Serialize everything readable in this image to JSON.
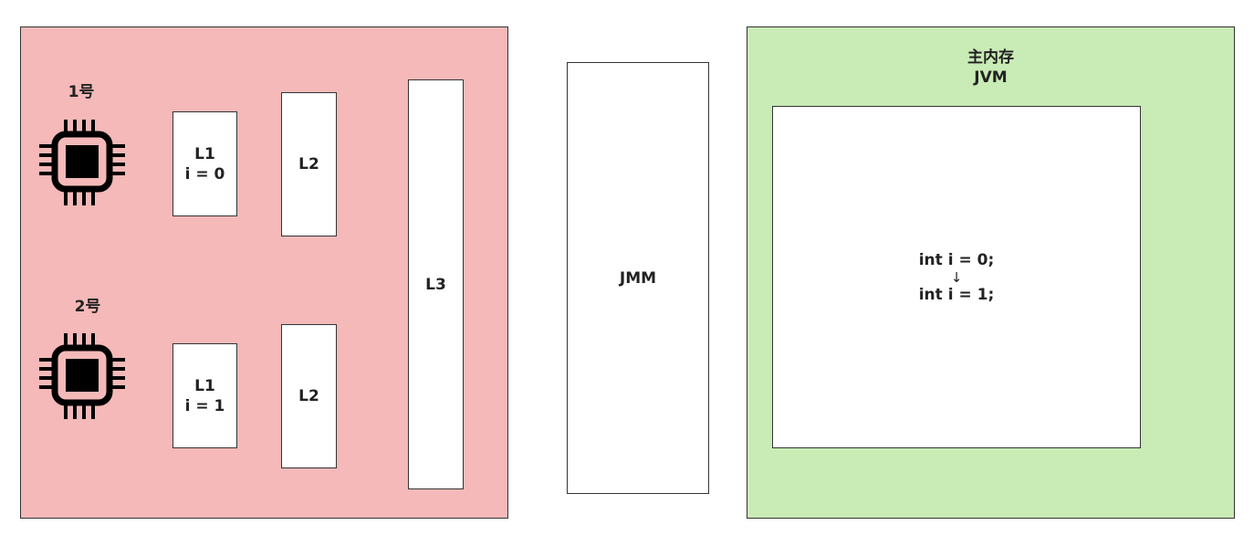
{
  "cpu": {
    "core1": {
      "label": "1号",
      "l1_name": "L1",
      "l1_value": "i = 0",
      "l2": "L2"
    },
    "core2": {
      "label": "2号",
      "l1_name": "L1",
      "l1_value": "i = 1",
      "l2": "L2"
    },
    "l3": "L3",
    "icon": "cpu-chip-icon"
  },
  "jmm": {
    "label": "JMM"
  },
  "memory": {
    "title": "主内存",
    "subtitle": "JVM",
    "code_before": "int i = 0;",
    "arrow": "↓",
    "code_after": "int i = 1;"
  },
  "colors": {
    "cpu_region": "#f4b9b8",
    "memory_region": "#c9ebb5",
    "box_fill": "#ffffff",
    "border": "#333333"
  }
}
